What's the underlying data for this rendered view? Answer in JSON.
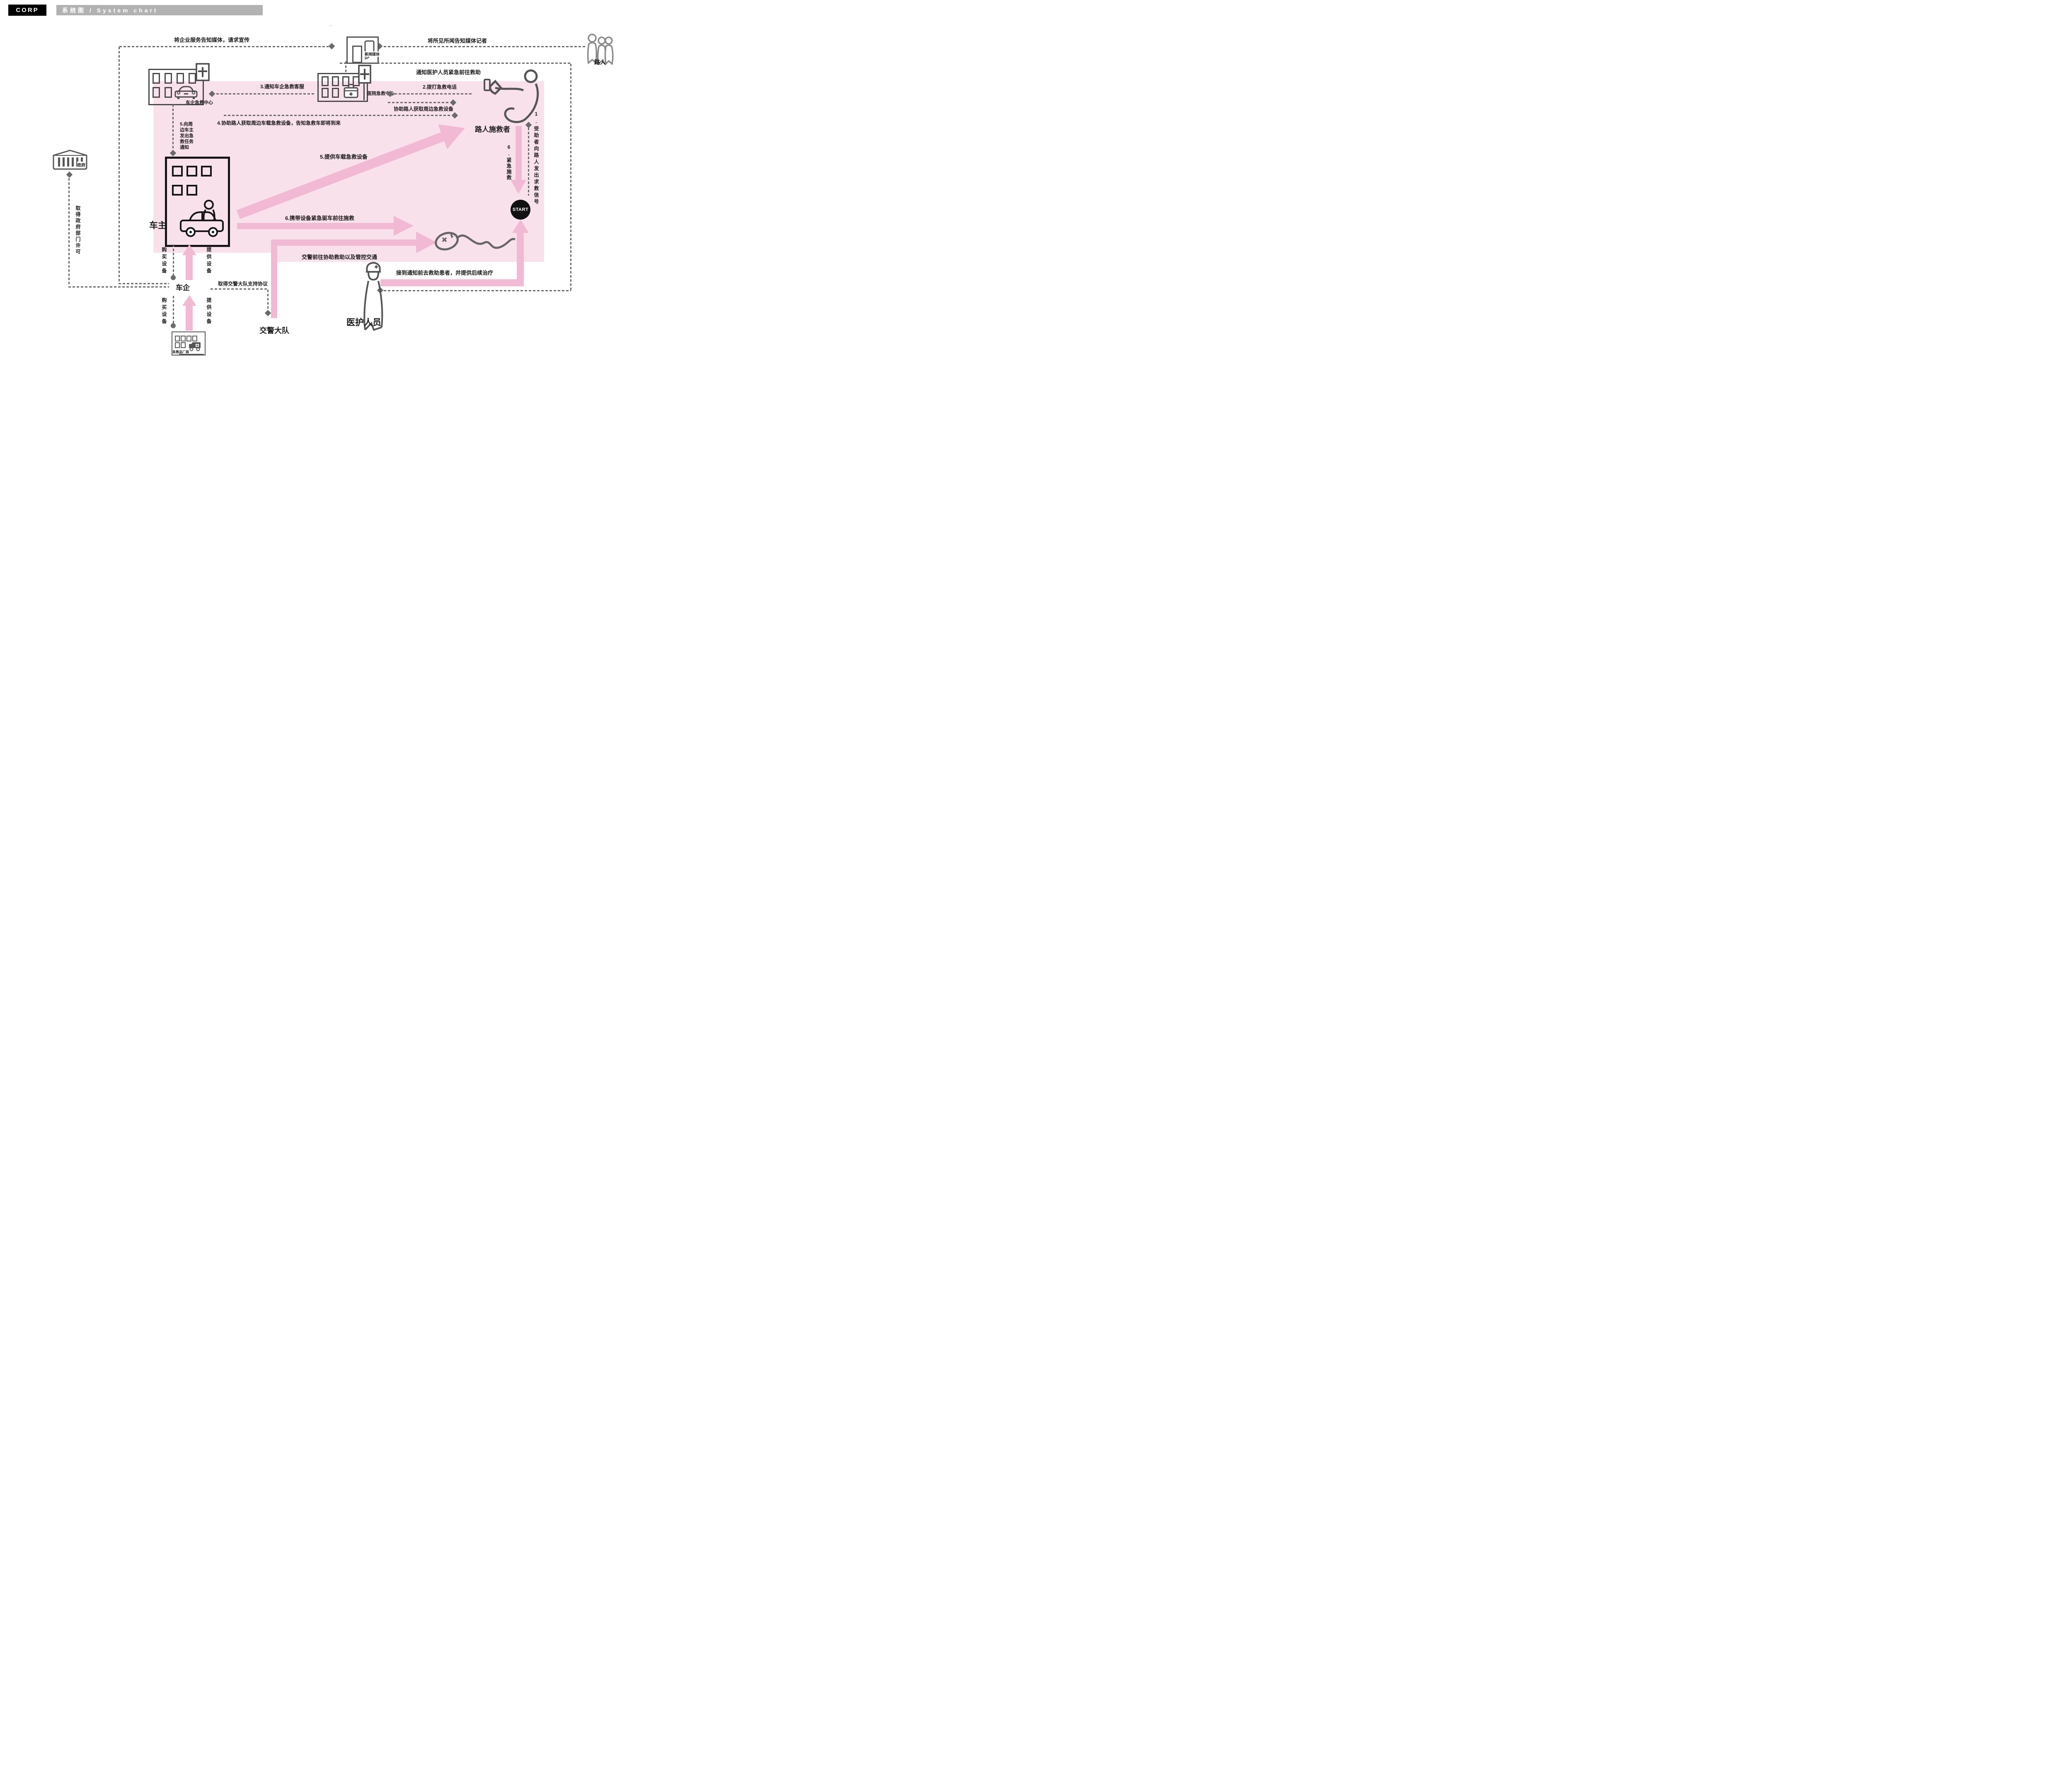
{
  "header": {
    "logo": "CORP",
    "title": "系统图 / System chart"
  },
  "artifact": {
    "mark": "`"
  },
  "colors": {
    "pink_bg": "#f9e1ec",
    "pink_arrow": "#f1b9d4",
    "line_gray": "#6a6a6a",
    "dark": "#1a1a1a"
  },
  "nodes": {
    "news_media": {
      "label": "新闻媒体"
    },
    "passersby": {
      "label": "路人"
    },
    "car_company_center": {
      "label": "车企急救中心"
    },
    "hospital_center": {
      "label": "医院急救中心"
    },
    "rescuer": {
      "label": "路人施救者"
    },
    "car_owner": {
      "label": "车主"
    },
    "government": {
      "label": "政府"
    },
    "car_company": {
      "label": "车企"
    },
    "supplier": {
      "label": "急救品厂商"
    },
    "traffic_police": {
      "label": "交警大队"
    },
    "medical_staff": {
      "label": "医护人员"
    },
    "start": {
      "label": "START"
    }
  },
  "edges": {
    "promote_to_media": "将企业服务告知媒体，请求宣传",
    "tell_reporters": "将所见所闻告知媒体记者",
    "notify_medics": "通知医护人员紧急前往救助",
    "call_emergency": "2.拨打急救电话",
    "notify_cs": "3.通知车企急救客服",
    "help_get_nearby": "协助路人获取周边急救设备",
    "help_get_onboard": "4.协助路人获取周边车载急救设备，告知急救车即将到来",
    "notify_owners": "5.向周\n边车主\n发出急\n救任务\n通知",
    "provide_onboard": "5.提供车载急救设备",
    "victim_signal": "1.受助者向路人发出求救信号",
    "emergency_rescue": "6.紧急施救",
    "drive_to_rescue": "6.携带设备紧急驱车前往施救",
    "police_assist": "交警前往协助救助以及管控交通",
    "gov_permit": "取得政府部门许可",
    "buy_equipment_1": "购买设备",
    "provide_equipment_1": "提供设备",
    "buy_equipment_2": "购买设备",
    "provide_equipment_2": "提供设备",
    "police_agreement": "取得交警大队支持协议",
    "medic_followup": "接到通知前去救助患者，并提供后续治疗"
  }
}
